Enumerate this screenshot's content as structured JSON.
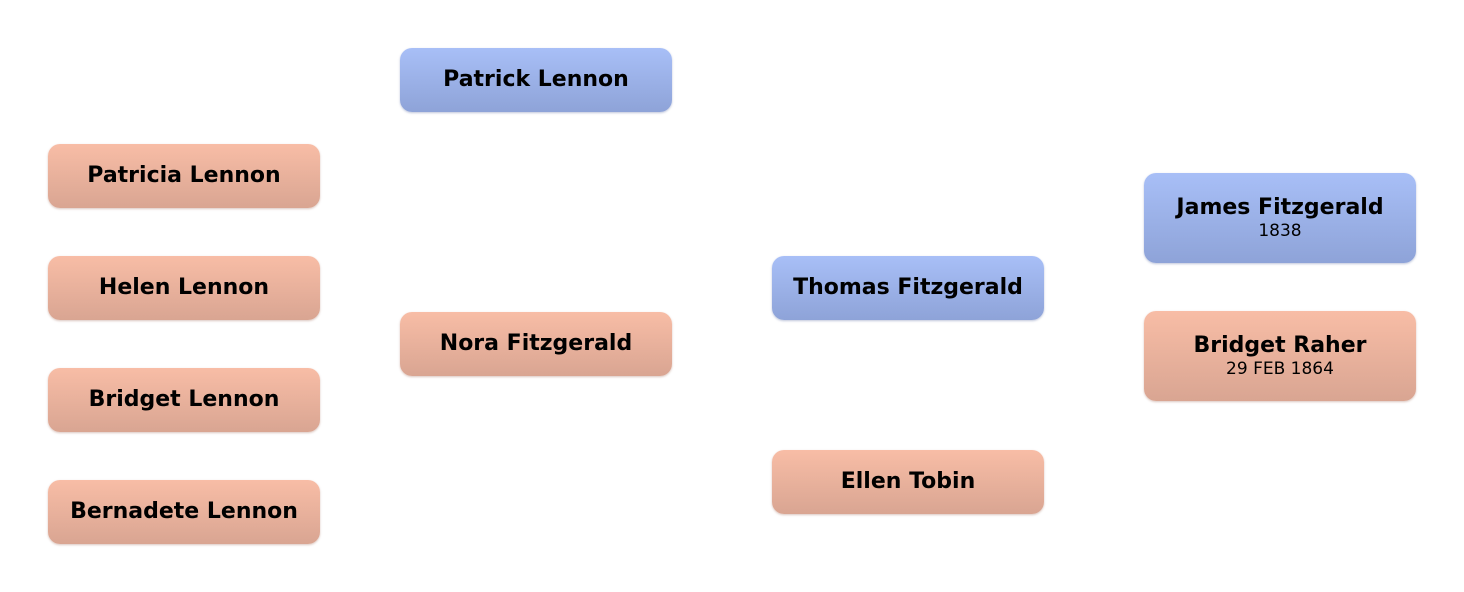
{
  "people": [
    {
      "key": "patricia",
      "name": "Patricia Lennon",
      "gender": "female",
      "date": ""
    },
    {
      "key": "helen",
      "name": "Helen Lennon",
      "gender": "female",
      "date": ""
    },
    {
      "key": "bridget-lennon",
      "name": "Bridget Lennon",
      "gender": "female",
      "date": ""
    },
    {
      "key": "bernadete",
      "name": "Bernadete Lennon",
      "gender": "female",
      "date": ""
    },
    {
      "key": "patrick",
      "name": "Patrick Lennon",
      "gender": "male",
      "date": ""
    },
    {
      "key": "nora",
      "name": "Nora Fitzgerald",
      "gender": "female",
      "date": ""
    },
    {
      "key": "thomas",
      "name": "Thomas Fitzgerald",
      "gender": "male",
      "date": ""
    },
    {
      "key": "ellen",
      "name": "Ellen Tobin",
      "gender": "female",
      "date": ""
    },
    {
      "key": "james",
      "name": "James Fitzgerald",
      "gender": "male",
      "date": "1838"
    },
    {
      "key": "bridget-raher",
      "name": "Bridget Raher",
      "gender": "female",
      "date": "29 FEB 1864"
    }
  ]
}
